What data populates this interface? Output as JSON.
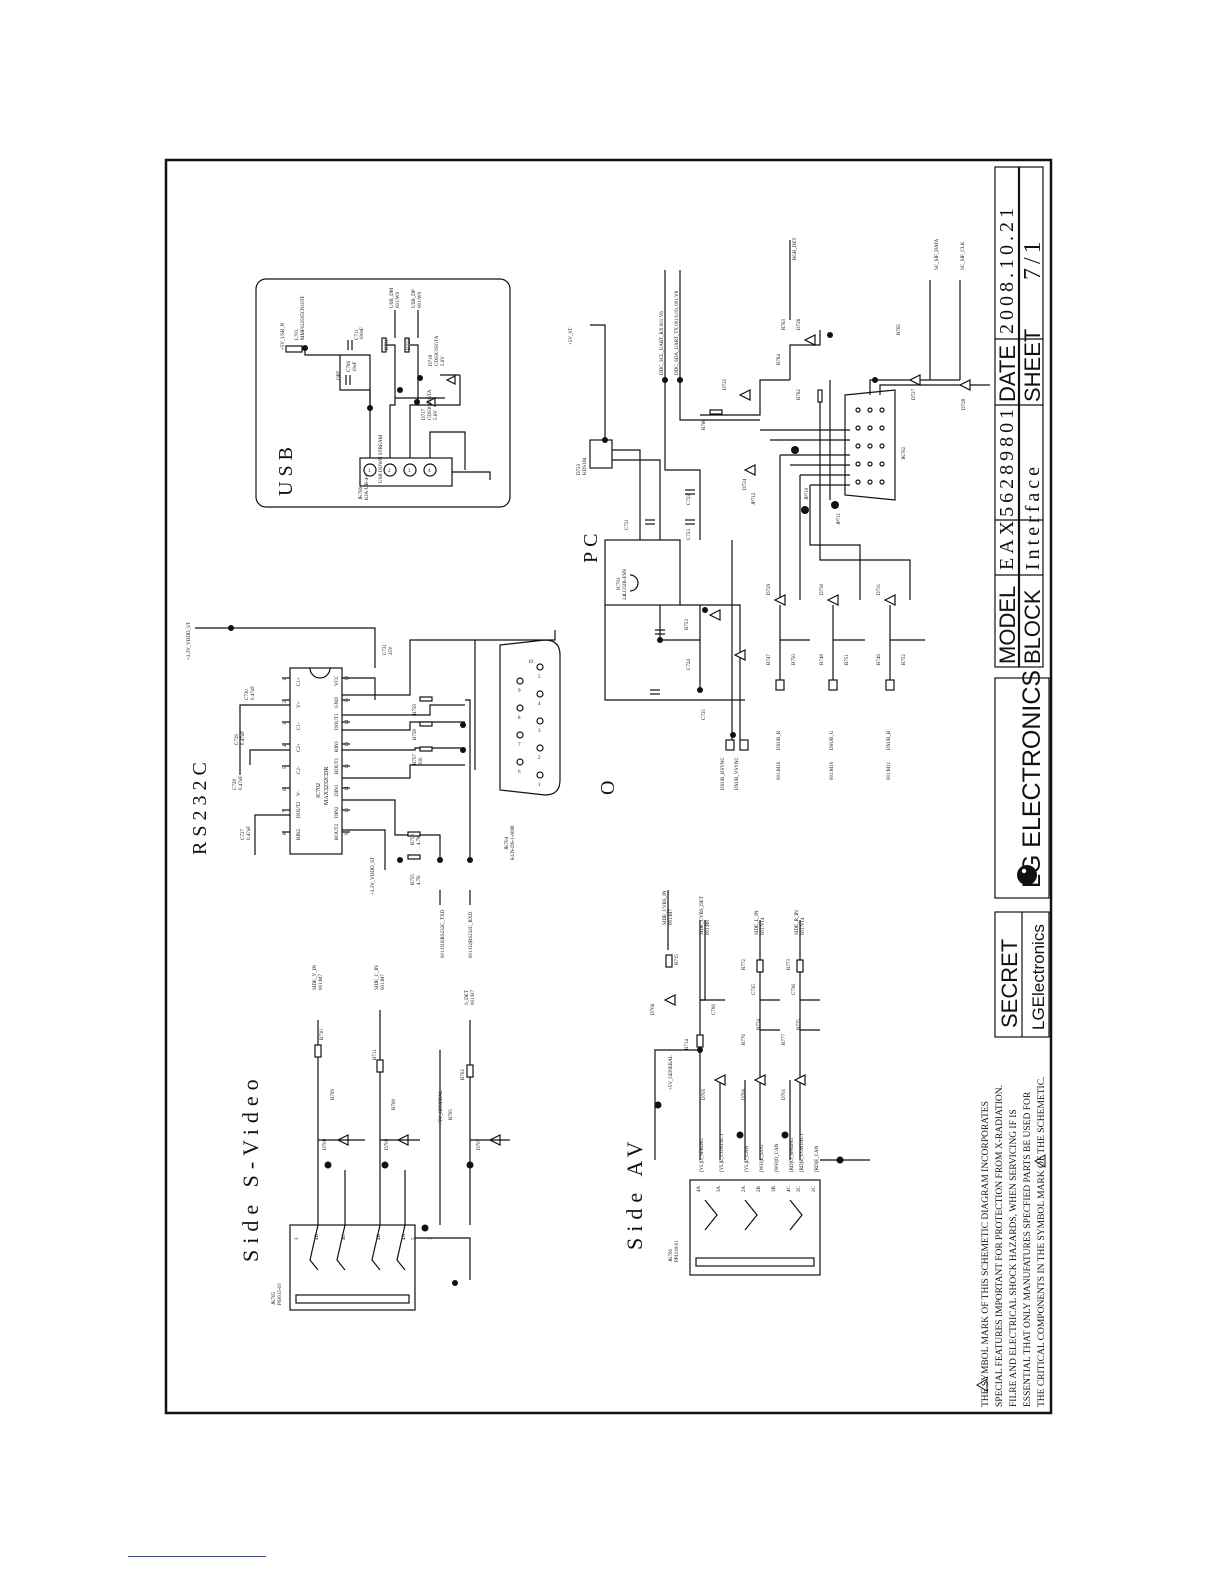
{
  "sections": {
    "usb": "USB",
    "rs232c": "RS232C",
    "pc": "PC",
    "side_svideo": "Side S-Video",
    "side_av": "Side AV",
    "o_mark": "O"
  },
  "title_block": {
    "model_label": "MODEL",
    "model_value": "EAX56289801",
    "date_label": "DATE",
    "date_value": "2008.10.21",
    "block_label": "BLOCK",
    "block_value": "Interface",
    "sheet_label": "SHEET",
    "sheet_value": "7/1",
    "secret": "SECRET",
    "brand_small": "LGElectronics",
    "brand_large": "LG ELECTRONICS"
  },
  "safety_note": [
    "THE   SYMBOL MARK OF THIS SCHEMETIC DIAGRAM INCORPORATES",
    "SPECIAL FEATURES IMPORTANT FOR PROTECTION FROM X-RADIATION.",
    "FILRE AND ELECTRICAL SHOCK HAZARDS, WHEN SERVICING IF IS",
    "ESSENTIAL THAT ONLY MANUFATURES SPECFIED PARTS BE USED FOR",
    "THE CRITICAL COMPONENTS IN THE   SYMBOL MARK OF THE SCHEMETIC."
  ],
  "usb": {
    "connector_ref": "JK706",
    "connector_part": "KJA-UB-4-0004",
    "connector_label": "USB DOWN STREAM",
    "pins": [
      "1",
      "2",
      "3",
      "4"
    ],
    "net_power": "+5V_USB_N",
    "ferrite": "L701",
    "ferrite_part": "MMF022505CN10TF",
    "cap1": "C711",
    "cap1_val": "100nF",
    "cap2": "C706",
    "cap2_val": "10uF",
    "opt": "OPT",
    "r1": "R731",
    "r2": "R732",
    "d1": "D717",
    "d2": "D718",
    "diode_part": "CDS3C05GTA",
    "diode_v": "5.6V",
    "net_dm": "USB_DM",
    "net_dp": "USB_DP",
    "net_ref1": "001:W9",
    "net_ref2": "001:W9"
  },
  "rs232c": {
    "ic_ref": "IC702",
    "ic_part": "MAX3232CDR",
    "left_pins": [
      "C1+",
      "V+",
      "C1-",
      "C2+",
      "C2-",
      "V-",
      "DOUT2",
      "RIN2"
    ],
    "right_pins": [
      "VCC",
      "GND",
      "DOUT1",
      "RIN1",
      "ROUT1",
      "DIN1",
      "DIN2",
      "ROUT2"
    ],
    "left_nums": [
      "1",
      "2",
      "3",
      "4",
      "5",
      "6",
      "7",
      "8"
    ],
    "right_nums": [
      "16",
      "15",
      "14",
      "13",
      "12",
      "11",
      "10",
      "9"
    ],
    "net_top": "+3.3V_VDDD_ST",
    "net_bottom": "+3.3V_VDDD_ST",
    "caps": [
      "C730",
      "C729",
      "C728",
      "C727",
      "C731"
    ],
    "cap_val": "0.47uF",
    "cap_v": "25V",
    "resistors": [
      "R755",
      "R756",
      "R757",
      "R758",
      "R759"
    ],
    "res_val": "4.7K",
    "res_small": "100",
    "connector_ref": "JK704",
    "connector_part": "KCN-DS-1-0088",
    "net_txd": "001:O16|RS232C_TXD",
    "net_rxd": "001:O2|RS232C_RXD",
    "db_pins": [
      "1",
      "2",
      "3",
      "4",
      "5",
      "6",
      "7",
      "8",
      "9"
    ],
    "db_pin_top": "10"
  },
  "pc": {
    "ic_ref": "IC703",
    "ic_part": "24LC02B-I/SN",
    "transistor": "D723",
    "transistor_part": "KDS184",
    "net_5v": "+5V_ST",
    "net_uart_rx": "DDC_SCL_UART_RX   001:V6",
    "net_uart_tx": "DDC_SDA_UART_TX   001:U19, 001:V6",
    "caps": [
      "C724",
      "C725",
      "C726",
      "C727",
      "C721",
      "C722",
      "C723"
    ],
    "diodes": [
      "D724",
      "D725",
      "D726",
      "D727",
      "D728",
      "D729",
      "D730",
      "D731"
    ],
    "resistors": [
      "R760",
      "R762",
      "R763",
      "R764",
      "R765",
      "R747",
      "R748",
      "R749",
      "R750",
      "R751",
      "R752",
      "R753"
    ],
    "net_rgb_det": "RGB_DET",
    "net_scl": "SC_SIF_DATA",
    "net_sda": "SC_SIF_CLK",
    "net_sync": "DSUB_HSYNC",
    "net_vsync": "DSUB_VSYNC",
    "net_r": "DSUB_R",
    "net_g": "DSUB_G",
    "net_b": "DSUB_B",
    "net_ref_r": "001:M10",
    "net_ref_g": "001:M10",
    "net_ref_b": "001:M11",
    "jp": [
      "JP710",
      "JP711",
      "JP712"
    ],
    "connector": "JK702"
  },
  "side_svideo": {
    "connector_ref": "JK705",
    "connector_part": "PSJ015-03",
    "pins": [
      "3",
      "4D",
      "4C",
      "4B",
      "4A",
      "5",
      "7"
    ],
    "net_y": "SIDE_Y_IN",
    "net_c": "SIDE_C_IN",
    "net_det": "S_DET",
    "ref_y": "001:M7",
    "ref_c": "001:M7",
    "ref_det": "001:H7",
    "resistors": [
      "R710",
      "R711",
      "R709",
      "R708",
      "R705",
      "R702"
    ],
    "diodes": [
      "D708",
      "D709",
      "D707"
    ],
    "net_5v": "+5V_GENERAL"
  },
  "side_av": {
    "connector_ref": "JK700",
    "connector_part": "PPJ218-01",
    "pins": [
      "4A",
      "3A",
      "2A",
      "2B",
      "3B",
      "4C",
      "3C",
      "2C"
    ],
    "pin_labels": [
      "[YL]O_SPRING",
      "[YL]E_CONTACT",
      "[YL]E_CAN",
      "[WH]E_LUG",
      "[WH]O_CAN",
      "[RD]O_SPRING",
      "[RD]E_CONTACT",
      "[RD]E_CAN"
    ],
    "net_cvbs": "SIDE_CVBS_IN",
    "net_cvbs_det": "SIDE_CVBS_DET",
    "net_l": "SIDE_L_IN",
    "net_r": "SIDE_R_IN",
    "ref_cvbs": "001:M7",
    "ref_det": "001:B8",
    "ref_l": "001:V14",
    "ref_r": "001:V14",
    "net_5v": "+5V_GENERAL",
    "resistors": [
      "R715",
      "R714",
      "R772",
      "R773",
      "R774",
      "R775",
      "R776",
      "R777"
    ],
    "diodes": [
      "D706",
      "D705",
      "D700",
      "D701",
      "D702"
    ],
    "caps": [
      "C706",
      "C735",
      "C736"
    ]
  }
}
